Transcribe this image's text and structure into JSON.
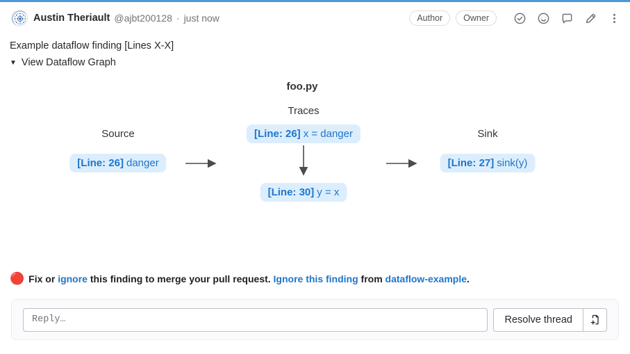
{
  "colors": {
    "topbar": "#4f96d6",
    "link_blue": "#1f75cb",
    "node_bg": "#dceefd",
    "icon_gray": "#737278",
    "arrow": "#4c4c4c"
  },
  "header": {
    "author_name": "Austin Theriault",
    "username": "@ajbt200128",
    "separator": "·",
    "timestamp": "just now",
    "badges": {
      "author": "Author",
      "owner": "Owner"
    },
    "action_icons": [
      "check-circle-icon",
      "smiley-icon",
      "comment-icon",
      "pencil-icon",
      "ellipsis-v-icon"
    ]
  },
  "note": {
    "body": "Example dataflow finding [Lines X-X]",
    "toggle_arrow": "▼",
    "toggle_label": "View Dataflow Graph"
  },
  "graph": {
    "file_title": "foo.py",
    "traces_label": "Traces",
    "source_label": "Source",
    "sink_label": "Sink",
    "nodes": {
      "source": {
        "line": "[Line: 26]",
        "code": "danger"
      },
      "trace_top": {
        "line": "[Line: 26]",
        "code": "x = danger"
      },
      "trace_bottom": {
        "line": "[Line: 30]",
        "code": "y = x"
      },
      "sink": {
        "line": "[Line: 27]",
        "code": "sink(y)"
      }
    }
  },
  "warning": {
    "emoji": "🔴",
    "text1": "Fix or ",
    "link1": "ignore",
    "text2": " this finding to merge your pull request. ",
    "link2": "Ignore this finding",
    "text3": " from ",
    "link3": "dataflow-example",
    "text4": "."
  },
  "reply": {
    "placeholder": "Reply…",
    "resolve_button": "Resolve thread"
  }
}
